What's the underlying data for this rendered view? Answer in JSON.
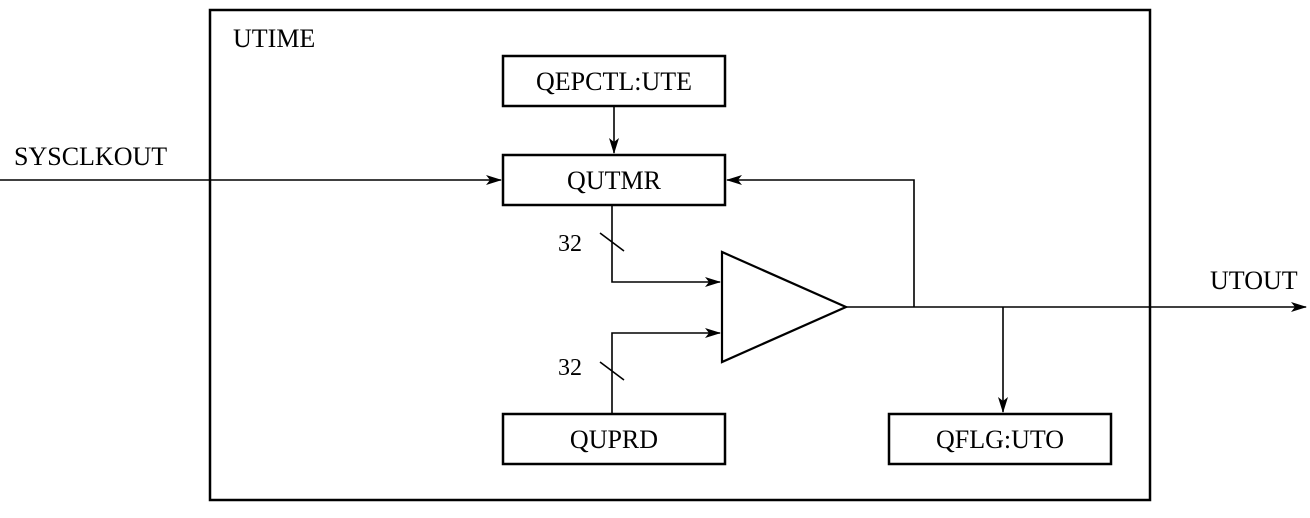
{
  "module": {
    "title": "UTIME"
  },
  "blocks": {
    "qepctl_ute": "QEPCTL:UTE",
    "qutmr": "QUTMR",
    "quprd": "QUPRD",
    "qflg_uto": "QFLG:UTO"
  },
  "signals": {
    "input": "SYSCLKOUT",
    "output": "UTOUT"
  },
  "buses": {
    "qutmr_width": "32",
    "quprd_width": "32"
  },
  "colors": {
    "line": "#000000",
    "background": "#ffffff"
  }
}
